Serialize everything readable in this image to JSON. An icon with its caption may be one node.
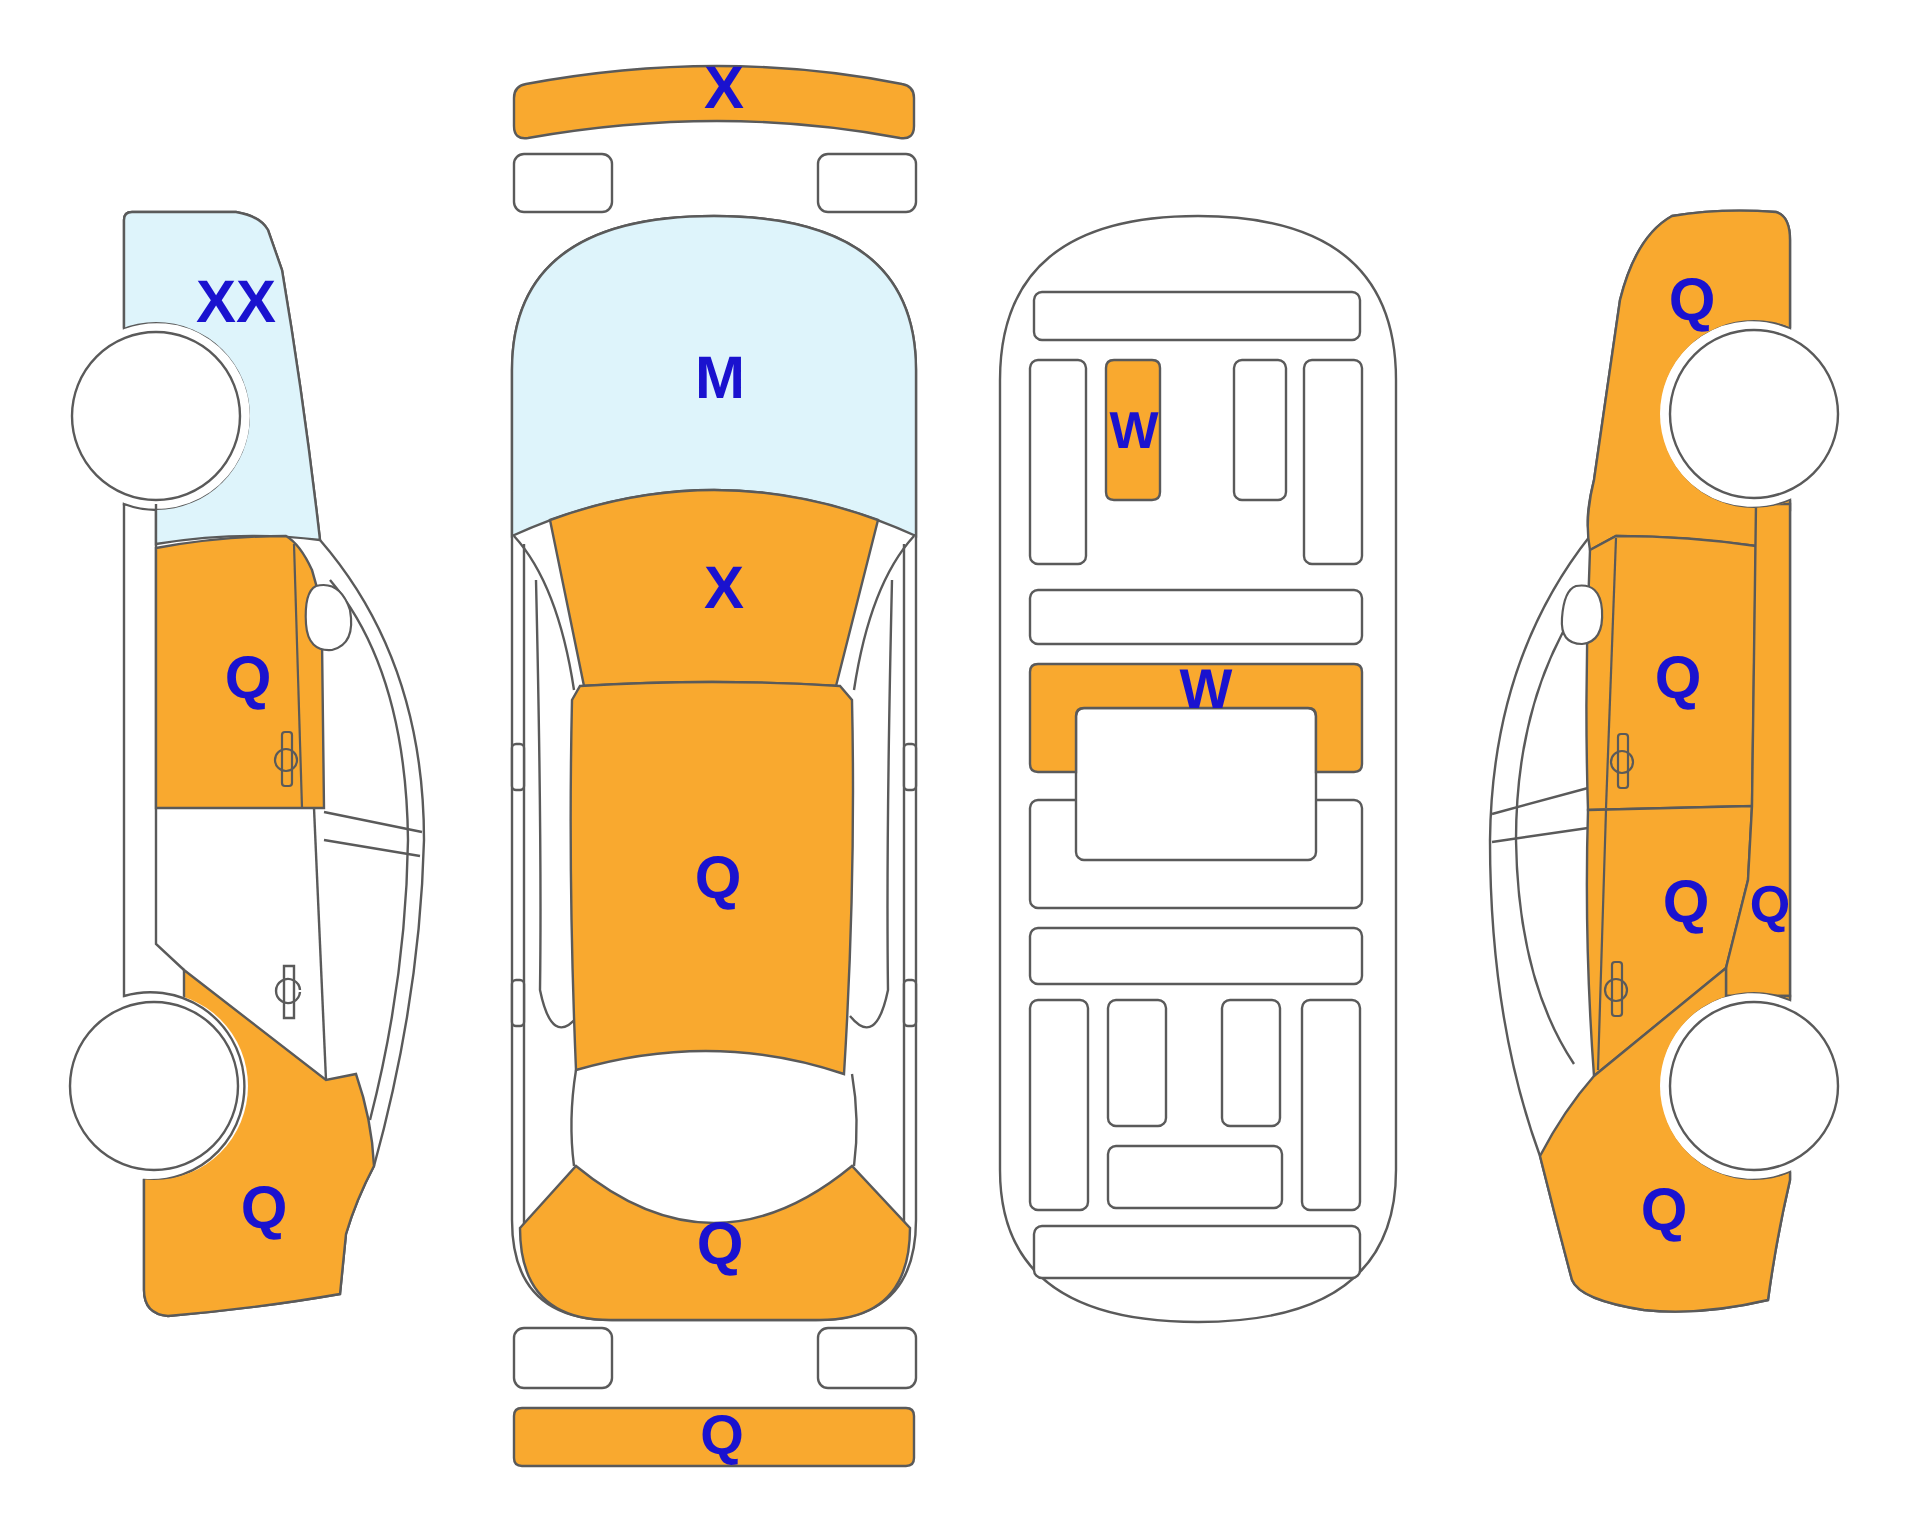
{
  "diagram": {
    "nodes": [
      {
        "text": [
          "XX"
        ]
      },
      {
        "text": [
          "Q"
        ]
      },
      {
        "text": [
          "Q"
        ]
      },
      {
        "text": [
          "X"
        ]
      },
      {
        "text": [
          "M"
        ]
      },
      {
        "text": [
          "X"
        ]
      },
      {
        "text": [
          "Q"
        ]
      },
      {
        "text": [
          "Q"
        ]
      },
      {
        "text": [
          "Q"
        ]
      },
      {
        "text": [
          "W"
        ]
      },
      {
        "text": [
          "W"
        ]
      },
      {
        "text": [
          "Q"
        ]
      },
      {
        "text": [
          "Q"
        ]
      },
      {
        "text": [
          "Q"
        ]
      },
      {
        "text": [
          "Q"
        ]
      },
      {
        "text": [
          "Q"
        ]
      }
    ]
  }
}
